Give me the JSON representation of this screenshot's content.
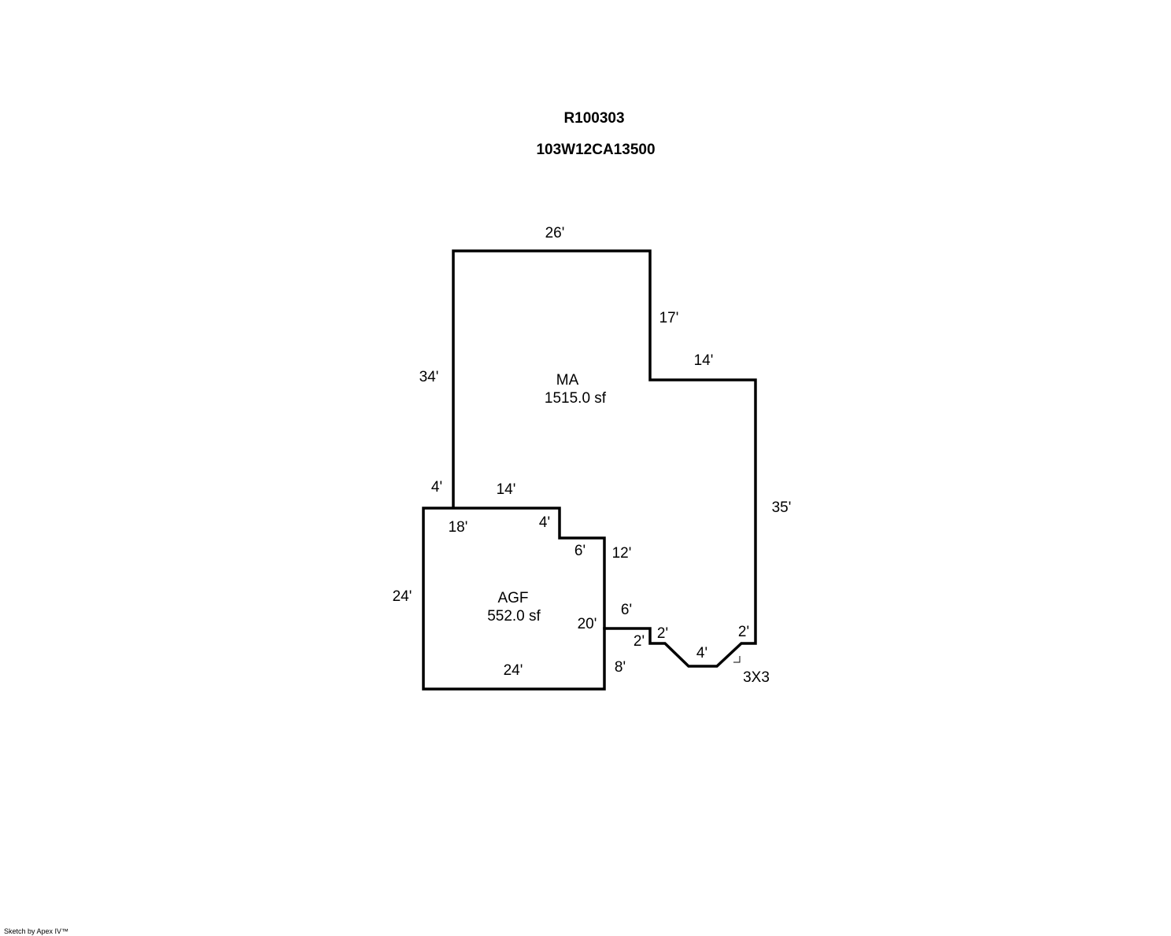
{
  "header": {
    "account_number": "R100303",
    "map_tax_lot": "103W12CA13500"
  },
  "areas": {
    "main": {
      "code": "MA",
      "area": "1515.0 sf"
    },
    "garage": {
      "code": "AGF",
      "area": "552.0 sf"
    }
  },
  "dimensions": {
    "ma_top": "26'",
    "ma_right_upper": "17'",
    "ma_step": "14'",
    "ma_left": "34'",
    "ma_right_lower": "35'",
    "ma_left_small": "4'",
    "ma_bottom_left": "14'",
    "agf_top": "18'",
    "agf_notch_vertical": "4'",
    "agf_notch_horizontal": "6'",
    "agf_right_upper": "12'",
    "agf_left": "24'",
    "agf_right": "20'",
    "agf_bottom": "24'",
    "agf_right_lower": "8'",
    "bay_top": "6'",
    "bay_left_jog_upper": "2'",
    "bay_left_jog_lower": "2'",
    "bay_bottom": "4'",
    "bay_right_jog": "2'"
  },
  "annotation": {
    "bay_size": "3X3"
  },
  "footer": {
    "credit": "Sketch by Apex IV™"
  }
}
